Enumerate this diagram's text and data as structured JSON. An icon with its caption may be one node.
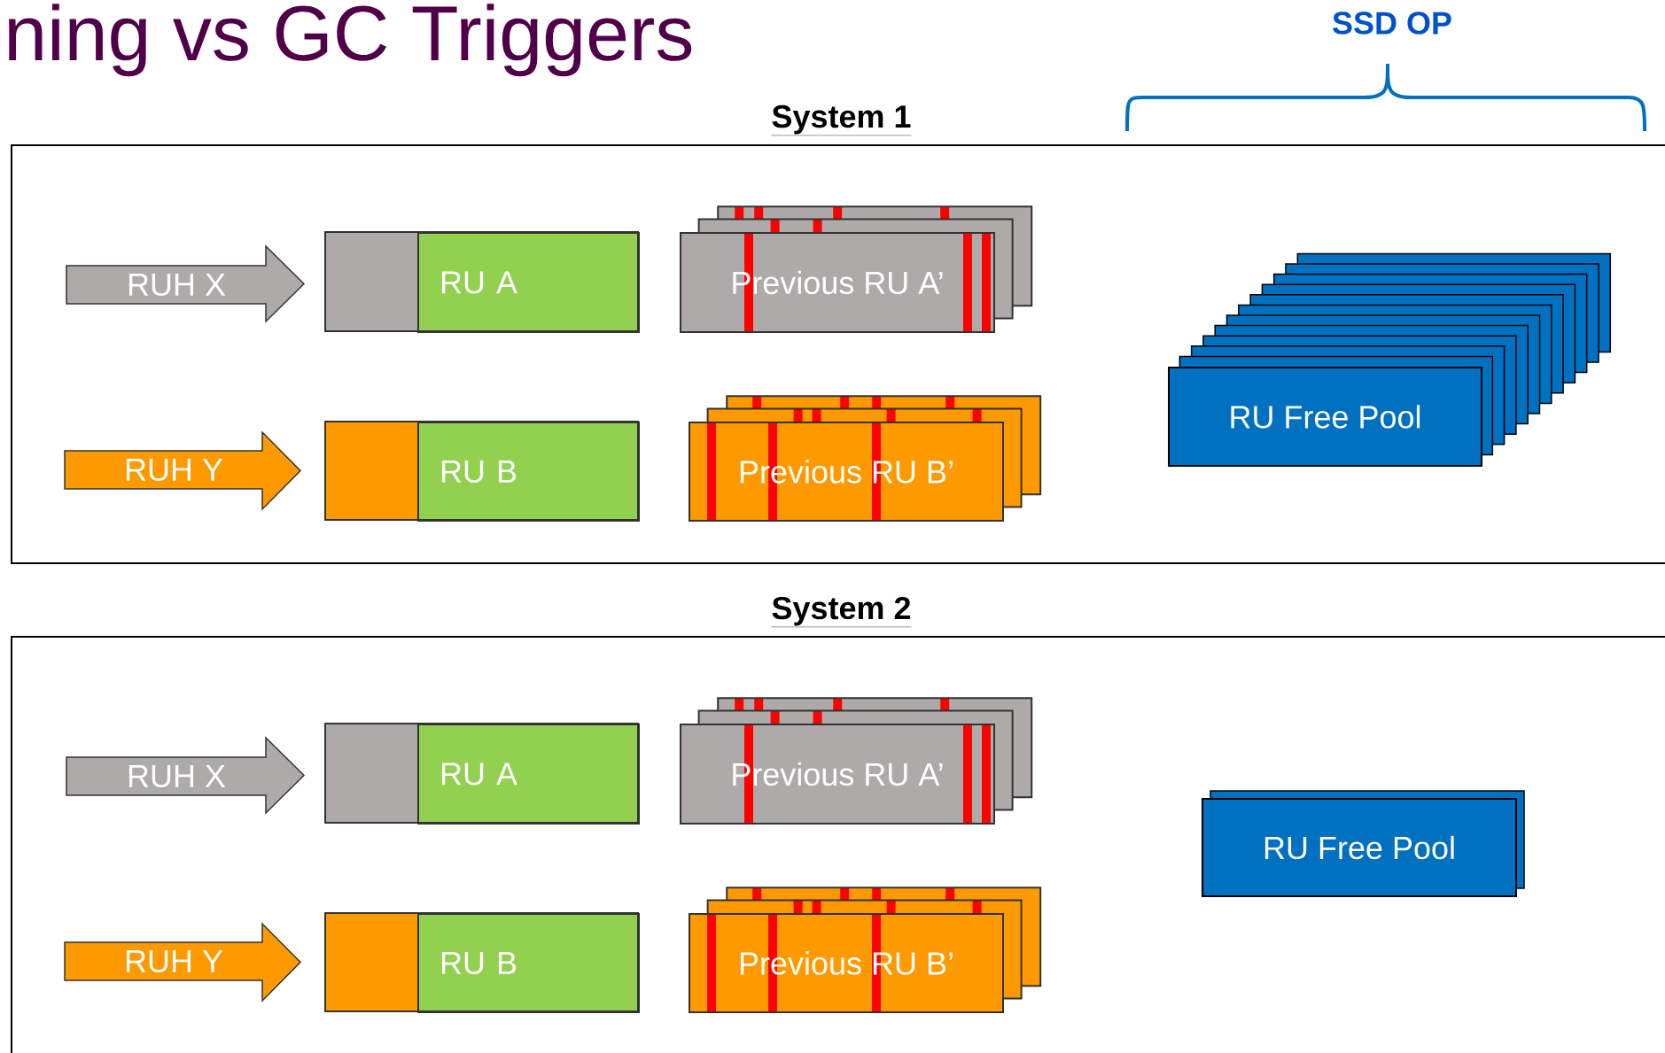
{
  "diagram": {
    "title": "ning vs GC Triggers",
    "nodes": [
      {
        "text": [
          "System 1"
        ]
      },
      {
        "text": [
          "RUH X"
        ],
        "in": 0
      },
      {
        "text": [
          "RU A"
        ],
        "in": 0
      },
      {
        "text": [
          "Previous RU A’"
        ],
        "in": 0
      },
      {
        "text": [
          "RU Free Pool"
        ],
        "in": 0
      },
      {
        "text": [
          "RUH Y"
        ],
        "in": 0
      },
      {
        "text": [
          "RU B"
        ],
        "in": 0
      },
      {
        "text": [
          "Previous RU B’"
        ],
        "in": 0
      },
      {
        "text": [
          "System 2"
        ]
      },
      {
        "text": [
          "RUH X"
        ],
        "in": 8
      },
      {
        "text": [
          "RU A"
        ],
        "in": 8
      },
      {
        "text": [
          "Previous RU A’"
        ],
        "in": 8
      },
      {
        "text": [
          "RU Free Pool"
        ],
        "in": 8
      },
      {
        "text": [
          "RUH Y"
        ],
        "in": 8
      },
      {
        "text": [
          "RU B"
        ],
        "in": 8
      },
      {
        "text": [
          "Previous RU B’"
        ],
        "in": 8
      }
    ],
    "labels": [
      "SSD OP"
    ]
  }
}
